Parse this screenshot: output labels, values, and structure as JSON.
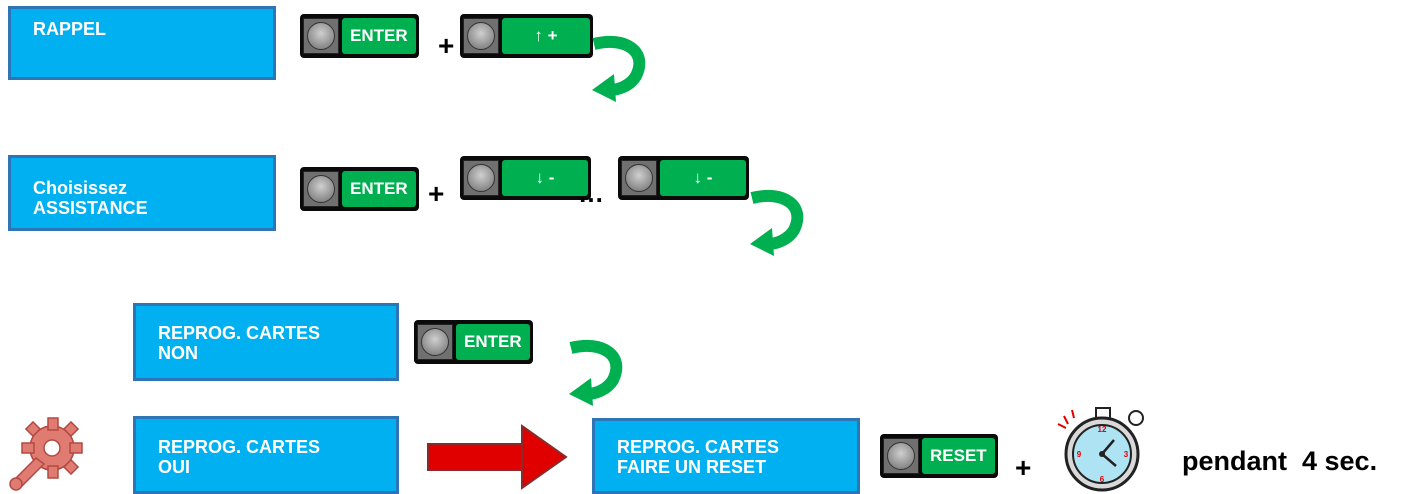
{
  "steps": {
    "rappel": {
      "label": "RAPPEL"
    },
    "assistance": {
      "line1": "Choisissez",
      "line2": "ASSISTANCE"
    },
    "reprog_non": {
      "line1": "REPROG. CARTES",
      "line2": "NON"
    },
    "reprog_oui": {
      "line1": "REPROG. CARTES",
      "line2": "OUI"
    },
    "faire_reset": {
      "line1": "REPROG. CARTES",
      "line2": "FAIRE UN RESET"
    }
  },
  "keys": {
    "enter": "ENTER",
    "up": "+",
    "down": "-",
    "reset": "RESET"
  },
  "symbols": {
    "plus": "+",
    "ellipsis": "…"
  },
  "duration_text": "pendant  4 sec.",
  "colors": {
    "screen_fill": "#00b0f0",
    "screen_border": "#2e75b6",
    "key_label": "#00b050",
    "curve_arrow": "#00b050",
    "big_arrow": "#e00000"
  },
  "icons": [
    "gear-wrench-icon",
    "stopwatch-icon",
    "curved-arrow-icon",
    "right-arrow-icon",
    "up-arrow-icon",
    "down-arrow-icon"
  ]
}
